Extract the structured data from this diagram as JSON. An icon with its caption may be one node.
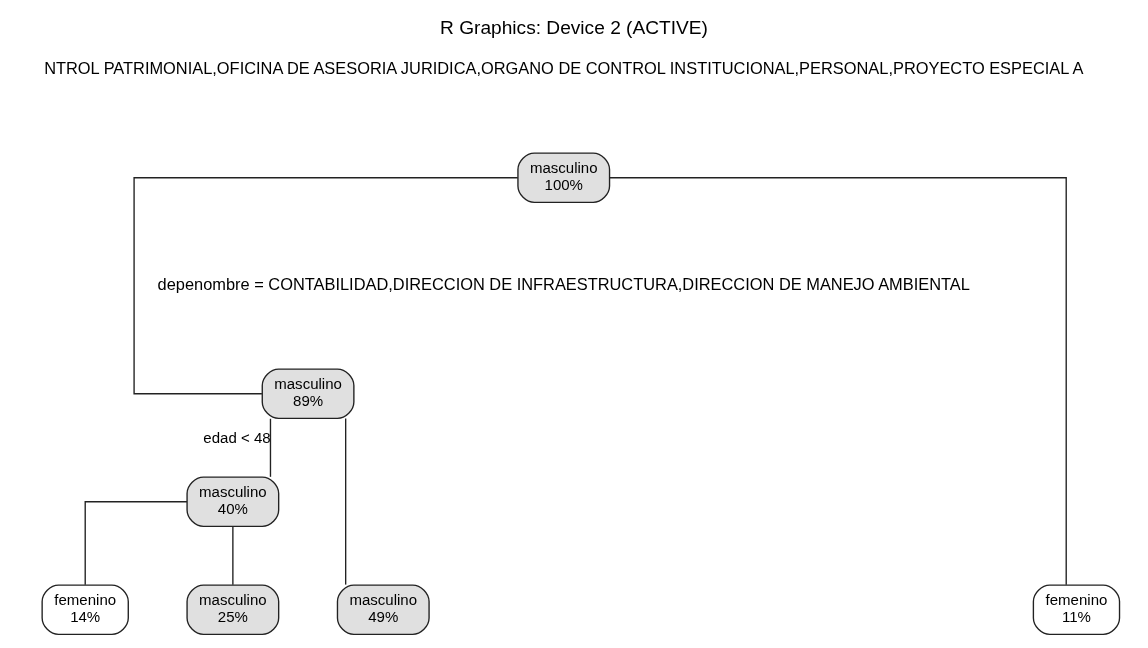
{
  "diagram": {
    "title": "R Graphics: Device 2 (ACTIVE)",
    "nodes": [
      {
        "text": [
          "masculino",
          "100%"
        ]
      },
      {
        "text": [
          "masculino",
          "89%"
        ]
      },
      {
        "text": [
          "masculino",
          "40%"
        ]
      },
      {
        "text": [
          "femenino",
          "11%"
        ]
      },
      {
        "text": [
          "femenino",
          "14%"
        ]
      },
      {
        "text": [
          "masculino",
          "25%"
        ]
      },
      {
        "text": [
          "masculino",
          "49%"
        ]
      }
    ],
    "edges": [
      {
        "from": 0,
        "to": 3,
        "arrow": "none"
      },
      {
        "from": 0,
        "to": 1,
        "arrow": "none"
      },
      {
        "from": 1,
        "to": 2,
        "arrow": "none",
        "label": "edad < 48"
      },
      {
        "from": 1,
        "to": 6,
        "arrow": "none"
      },
      {
        "from": 2,
        "to": 4,
        "arrow": "none"
      },
      {
        "from": 2,
        "to": 5,
        "arrow": "none"
      }
    ],
    "labels": [
      "NTROL PATRIMONIAL,OFICINA DE ASESORIA JURIDICA,ORGANO DE CONTROL INSTITUCIONAL,PERSONAL,PROYECTO ESPECIAL A",
      "depenombre = CONTABILIDAD,DIRECCION DE INFRAESTRUCTURA,DIRECCION DE MANEJO AMBIENTAL"
    ]
  }
}
